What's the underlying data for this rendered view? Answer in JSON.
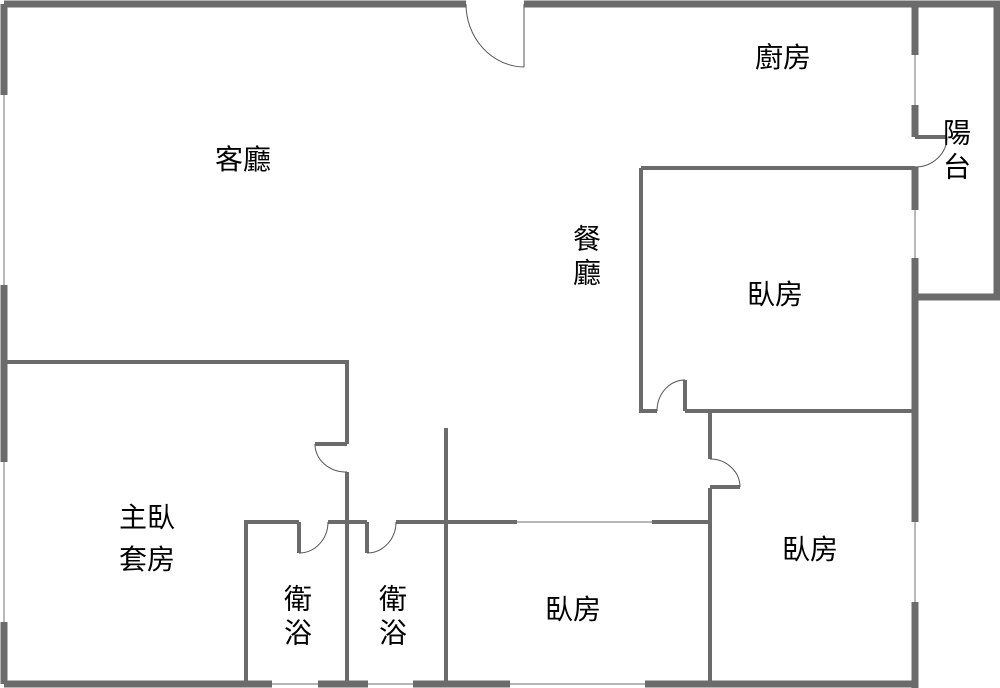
{
  "rooms": {
    "living_room": "客廳",
    "kitchen": "廚房",
    "balcony": "陽台",
    "dining_room": "餐廳",
    "bedroom_top_right": "臥房",
    "bedroom_right": "臥房",
    "bedroom_middle": "臥房",
    "master_suite_line1": "主臥",
    "master_suite_line2": "套房",
    "bathroom_1": "衛浴",
    "bathroom_2": "衛浴"
  },
  "colors": {
    "wall": "#6b6b6b",
    "background": "#ffffff"
  }
}
